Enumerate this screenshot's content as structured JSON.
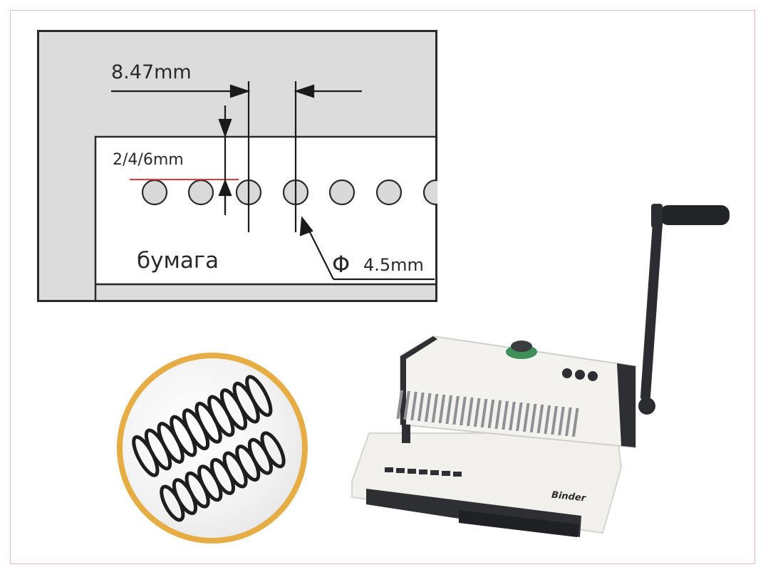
{
  "diagram": {
    "pitch_label": "8.47mm",
    "margin_label": "2/4/6mm",
    "paper_label": "бумага",
    "hole_symbol": "Φ",
    "hole_label": "4.5mm"
  },
  "machine": {
    "brand": "Binder"
  },
  "colors": {
    "frame": "#e8bcbc",
    "diagram_bg": "#dcdcdc",
    "paper": "#ffffff",
    "hole": "#d9d9d9",
    "red_line": "#e23b3b",
    "ring": "#e7ad45",
    "machine_body": "#efeeeb",
    "machine_dark": "#2d2f33"
  }
}
